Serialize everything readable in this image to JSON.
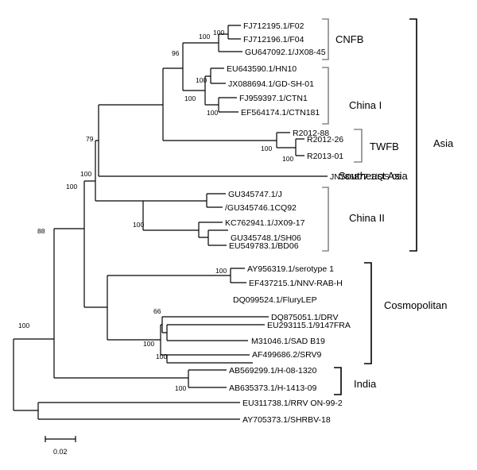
{
  "leaves": {
    "f02": "FJ712195.1/F02",
    "f04": "FJ712196.1/F04",
    "jx0845": "GU647092.1/JX08-45",
    "hn10": "EU643590.1/HN10",
    "gdsh01": "JX088694.1/GD-SH-01",
    "ctn1": "FJ959397.1/CTN1",
    "ctn181": "EF564174.1/CTN181",
    "r201288": "R2012-88",
    "r201226": "R2012-26",
    "r201301": "R2013-01",
    "qs05": "JN786877.1/QS-05",
    "j": "GU345747.1/J",
    "cq92": "/GU345746.1CQ92",
    "jx0917": "KC762941.1/JX09-17",
    "sh06": "GU345748.1/SH06",
    "bd06": "EU549783.1/BD06",
    "sero1": "AY956319.1/serotype 1",
    "nnvrab": "EF437215.1/NNV-RAB-H",
    "flury": "DQ099524.1/FluryLEP",
    "drv": "DQ875051.1/DRV",
    "fra": "EU293115.1/9147FRA",
    "sad": "M31046.1/SAD B19",
    "srv9": "AF499686.2/SRV9",
    "h0801320": "AB569299.1/H-08-1320",
    "h141309": "AB635373.1/H-1413-09",
    "rrv": "EU311738.1/RRV ON-99-2",
    "shrbv": "AY705373.1/SHRBV-18"
  },
  "bootstrap": {
    "f02f04": "100",
    "cnfb": "100",
    "cnfb_china1": "96",
    "hn10gd": "100",
    "ctn": "100",
    "china1": "100",
    "r2626_01": "100",
    "twfb": "100",
    "asia_upper": "79",
    "asia_qs": "100",
    "china2": "100",
    "asia": "100",
    "asia_cosmo": "88",
    "cosmo_top": "100",
    "drv_fra": "66",
    "sad_srv9": "100",
    "cosmo_lower": "100",
    "india": "100",
    "root_inner": "100"
  },
  "clades": {
    "cnfb": "CNFB",
    "china1": "China I",
    "twfb": "TWFB",
    "sea": "Southeast Asia",
    "china2": "China II",
    "asia": "Asia",
    "cosmopolitan": "Cosmopolitan",
    "india": "India"
  },
  "scale_bar": {
    "label": "0.02"
  }
}
